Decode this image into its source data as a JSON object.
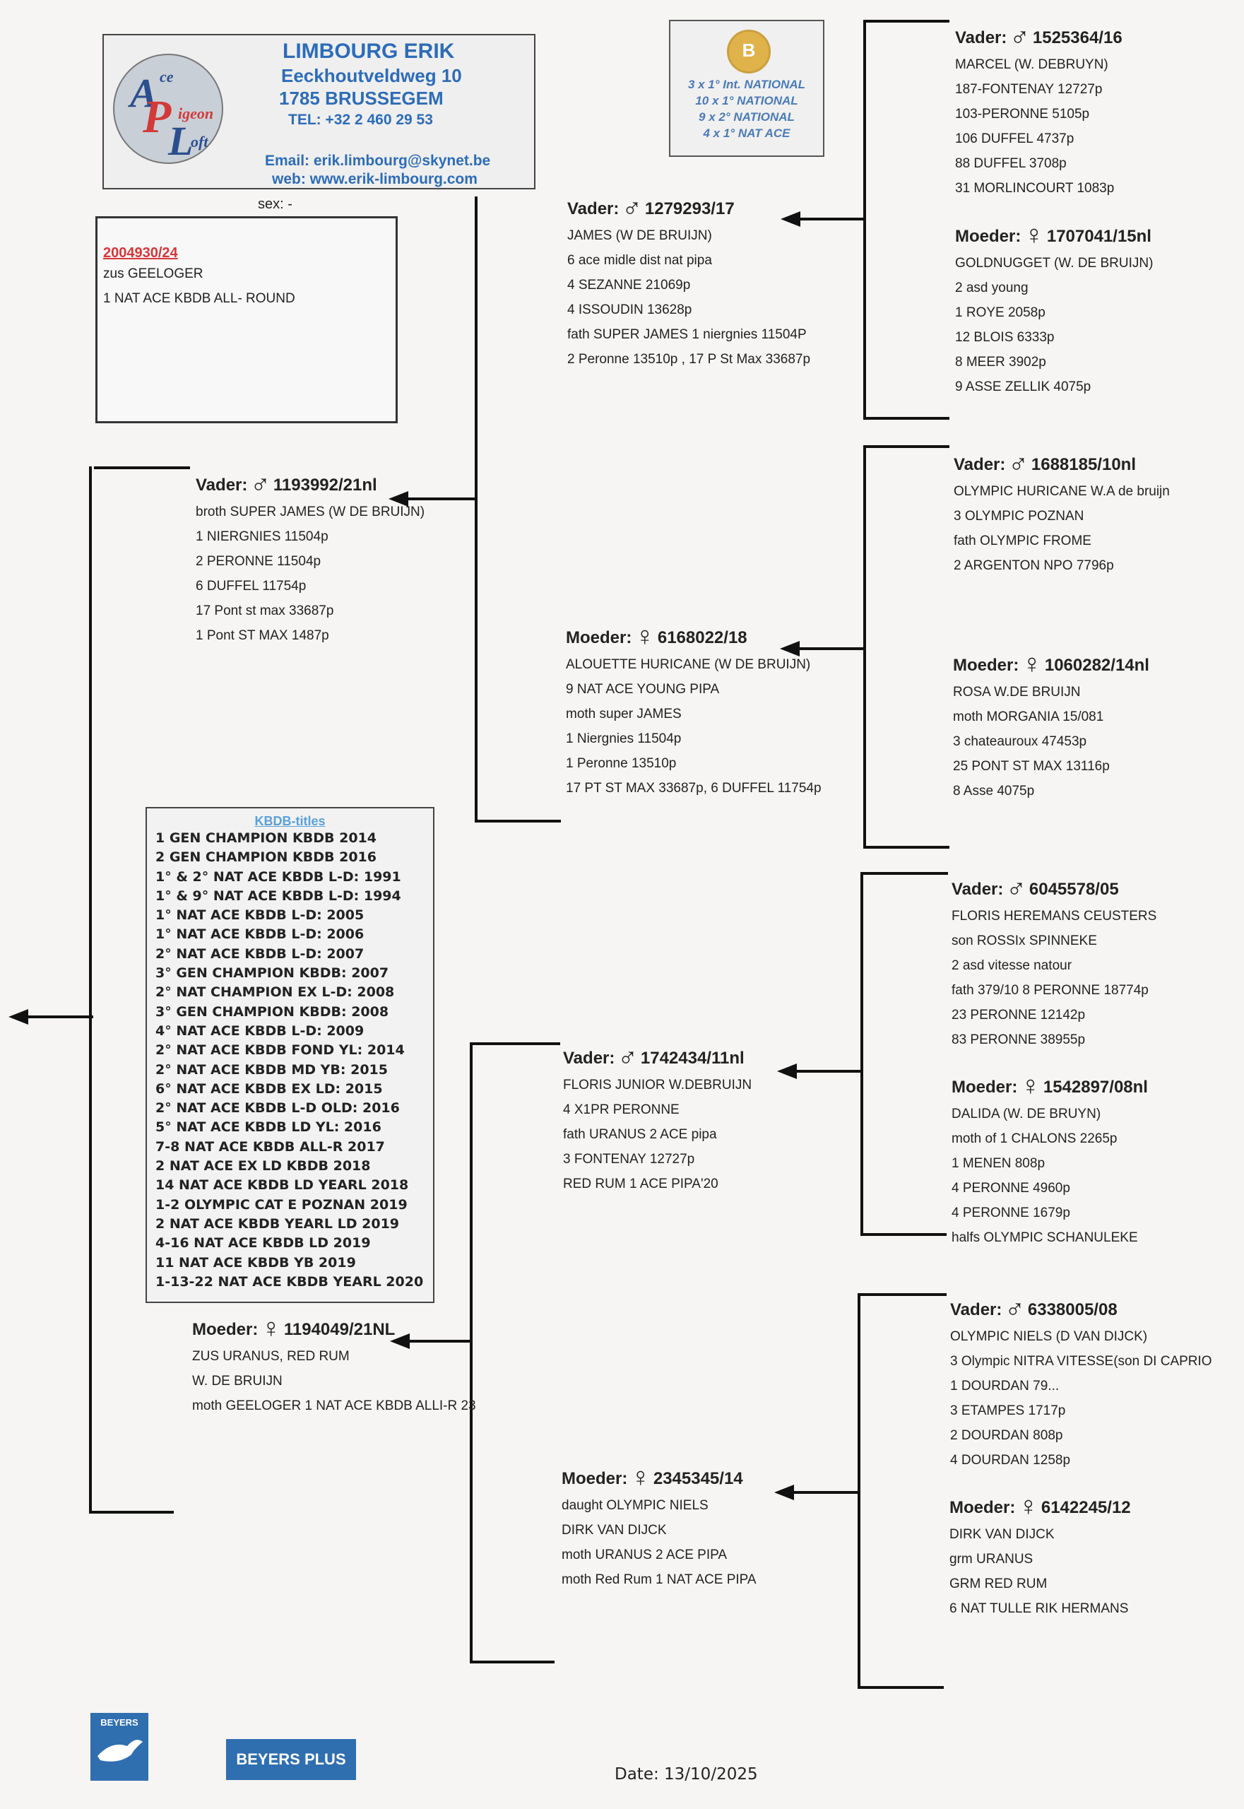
{
  "header": {
    "logo": {
      "a": "A",
      "ce": "ce",
      "p": "P",
      "igeon": "igeon",
      "l": "L",
      "oft": "oft"
    },
    "breeder_name": "LIMBOURG ERIK",
    "street": "Eeckhoutveldweg 10",
    "city": "1785 BRUSSEGEM",
    "tel": "TEL: +32 2 460 29 53",
    "email": "Email: erik.limbourg@skynet.be",
    "web": "web: www.erik-limbourg.com"
  },
  "awards": {
    "coin_letter": "B",
    "lines": [
      "3 x 1° Int. NATIONAL",
      "10 x 1° NATIONAL",
      "9 x 2° NATIONAL",
      "4 x 1° NAT ACE"
    ]
  },
  "subject": {
    "sex_label": "sex: -",
    "ring": "2004930/24",
    "lines": [
      "zus GEELOGER",
      "1 NAT ACE KBDB ALL- ROUND"
    ]
  },
  "pedigree": {
    "sire": {
      "label": "Vader:",
      "symbol": "♂",
      "ring": "1193992/21nl",
      "lines": [
        "broth SUPER JAMES (W DE BRUIJN)",
        "1 NIERGNIES 11504p",
        "2 PERONNE 11504p",
        "6 DUFFEL 11754p",
        "17 Pont st max 33687p",
        "1 Pont ST MAX 1487p"
      ]
    },
    "dam": {
      "label": "Moeder:",
      "symbol": "♀",
      "ring": "1194049/21NL",
      "lines": [
        "ZUS URANUS, RED RUM",
        "W. DE BRUIJN",
        "moth GEELOGER 1 NAT ACE KBDB ALLI-R 23"
      ]
    },
    "sire_sire": {
      "label": "Vader:",
      "symbol": "♂",
      "ring": "1279293/17",
      "lines": [
        "JAMES (W DE BRUIJN)",
        "6 ace midle dist nat pipa",
        "4 SEZANNE 21069p",
        "4 ISSOUDIN 13628p",
        "fath SUPER JAMES 1 niergnies 11504P",
        "2 Peronne 13510p , 17 P St Max 33687p"
      ]
    },
    "sire_dam": {
      "label": "Moeder:",
      "symbol": "♀",
      "ring": "6168022/18",
      "lines": [
        "ALOUETTE HURICANE (W DE BRUIJN)",
        "9 NAT ACE YOUNG PIPA",
        "moth super JAMES",
        "1 Niergnies 11504p",
        "1 Peronne 13510p",
        "17 PT ST MAX 33687p, 6 DUFFEL 11754p"
      ]
    },
    "dam_sire": {
      "label": "Vader:",
      "symbol": "♂",
      "ring": "1742434/11nl",
      "lines": [
        "FLORIS JUNIOR W.DEBRUIJN",
        "4 X1PR PERONNE",
        "fath URANUS 2 ACE pipa",
        "3 FONTENAY 12727p",
        "RED RUM 1 ACE PIPA'20"
      ]
    },
    "dam_dam": {
      "label": "Moeder:",
      "symbol": "♀",
      "ring": "2345345/14",
      "lines": [
        "daught OLYMPIC NIELS",
        "DIRK VAN DIJCK",
        "moth URANUS  2 ACE PIPA",
        "moth Red Rum 1 NAT ACE PIPA"
      ]
    },
    "ss_sire": {
      "label": "Vader:",
      "symbol": "♂",
      "ring": "1525364/16",
      "lines": [
        "MARCEL (W. DEBRUYN)",
        "187-FONTENAY 12727p",
        "103-PERONNE 5105p",
        "106 DUFFEL 4737p",
        "88 DUFFEL 3708p",
        "31 MORLINCOURT 1083p"
      ]
    },
    "ss_dam": {
      "label": "Moeder:",
      "symbol": "♀",
      "ring": "1707041/15nl",
      "lines": [
        "GOLDNUGGET (W. DE BRUIJN)",
        "2 asd young",
        "1 ROYE 2058p",
        "12 BLOIS 6333p",
        "8 MEER 3902p",
        "9 ASSE ZELLIK 4075p"
      ]
    },
    "sd_sire": {
      "label": "Vader:",
      "symbol": "♂",
      "ring": "1688185/10nl",
      "lines": [
        "OLYMPIC HURICANE W.A de bruijn",
        "3 OLYMPIC POZNAN",
        "fath OLYMPIC FROME",
        "2 ARGENTON NPO 7796p"
      ]
    },
    "sd_dam": {
      "label": "Moeder:",
      "symbol": "♀",
      "ring": "1060282/14nl",
      "lines": [
        "ROSA W.DE BRUIJN",
        "moth MORGANIA 15/081",
        "3 chateauroux 47453p",
        "25 PONT ST MAX 13116p",
        "8 Asse 4075p"
      ]
    },
    "ds_sire": {
      "label": "Vader:",
      "symbol": "♂",
      "ring": "6045578/05",
      "lines": [
        "FLORIS HEREMANS CEUSTERS",
        "son ROSSIx SPINNEKE",
        "2 asd vitesse natour",
        "fath 379/10  8 PERONNE 18774p",
        "23 PERONNE 12142p",
        "83 PERONNE 38955p"
      ]
    },
    "ds_dam": {
      "label": "Moeder:",
      "symbol": "♀",
      "ring": "1542897/08nl",
      "lines": [
        "DALIDA (W. DE BRUYN)",
        "moth of 1 CHALONS 2265p",
        "1 MENEN 808p",
        "4 PERONNE 4960p",
        "4 PERONNE 1679p",
        "halfs OLYMPIC SCHANULEKE"
      ]
    },
    "dd_sire": {
      "label": "Vader:",
      "symbol": "♂",
      "ring": "6338005/08",
      "lines": [
        "OLYMPIC NIELS (D VAN DIJCK)",
        "3 Olympic NITRA VITESSE(son DI CAPRIO",
        "1 DOURDAN 79...",
        "3 ETAMPES 1717p",
        "2 DOURDAN 808p",
        "4 DOURDAN 1258p"
      ]
    },
    "dd_dam": {
      "label": "Moeder:",
      "symbol": "♀",
      "ring": "6142245/12",
      "lines": [
        "DIRK VAN DIJCK",
        "grm URANUS",
        "GRM  RED RUM",
        "6 NAT TULLE RIK HERMANS"
      ]
    }
  },
  "titles": {
    "heading": "KBDB-titles",
    "items": [
      "1 GEN CHAMPION KBDB 2014",
      "2 GEN CHAMPION KBDB 2016",
      "1° & 2° NAT ACE KBDB L-D: 1991",
      "1° & 9° NAT ACE KBDB L-D: 1994",
      "1° NAT ACE KBDB L-D: 2005",
      "1° NAT ACE KBDB L-D: 2006",
      "2° NAT ACE KBDB L-D: 2007",
      "3° GEN CHAMPION KBDB: 2007",
      "2° NAT CHAMPION EX L-D: 2008",
      "3° GEN CHAMPION KBDB: 2008",
      "4° NAT ACE KBDB L-D: 2009",
      "2° NAT ACE KBDB FOND YL: 2014",
      "2° NAT ACE KBDB MD YB: 2015",
      "6° NAT ACE KBDB EX LD: 2015",
      "2° NAT ACE KBDB L-D OLD: 2016",
      "5° NAT ACE KBDB LD YL: 2016",
      "7-8 NAT ACE KBDB ALL-R 2017",
      "2 NAT ACE EX LD KBDB 2018",
      "14 NAT ACE KBDB LD YEARL 2018",
      "1-2 OLYMPIC CAT E POZNAN 2019",
      "2 NAT ACE KBDB YEARL LD 2019",
      "4-16 NAT ACE KBDB LD 2019",
      "11 NAT ACE KBDB   YB 2019",
      "1-13-22 NAT ACE KBDB YEARL 2020"
    ]
  },
  "footer": {
    "logo1": "BEYERS",
    "logo2": "BEYERS PLUS",
    "date": "Date:  13/10/2025"
  }
}
